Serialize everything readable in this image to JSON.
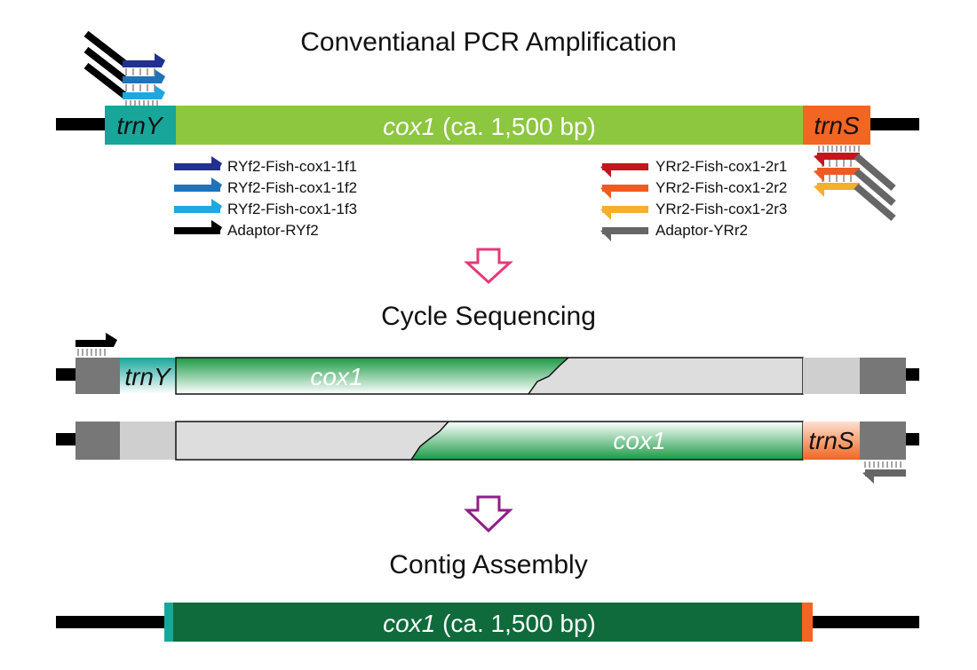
{
  "sections": {
    "pcr": "Conventianal PCR Amplification",
    "cycle": "Cycle Sequencing",
    "contig": "Contig Assembly"
  },
  "gene": {
    "trnY": "trnY",
    "trnS": "trnS",
    "cox1": "cox1",
    "cox1_size": "(ca. 1,500 bp)"
  },
  "forward_primers": [
    {
      "name": "RYf2-Fish-cox1-1f1",
      "color": "#22308f"
    },
    {
      "name": "RYf2-Fish-cox1-1f2",
      "color": "#1f73b8"
    },
    {
      "name": "RYf2-Fish-cox1-1f3",
      "color": "#1fa8e0"
    },
    {
      "name": "Adaptor-RYf2",
      "color": "#000000"
    }
  ],
  "reverse_primers": [
    {
      "name": "YRr2-Fish-cox1-2r1",
      "color": "#c4161c"
    },
    {
      "name": "YRr2-Fish-cox1-2r2",
      "color": "#ef5a23"
    },
    {
      "name": "YRr2-Fish-cox1-2r3",
      "color": "#f6ae2d"
    },
    {
      "name": "Adaptor-YRr2",
      "color": "#666666"
    }
  ],
  "colors": {
    "trnY": "#18a69a",
    "cox1_pcr": "#8dc63f",
    "trnS": "#f26522",
    "cox1_seq": "#1a9a45",
    "cox1_contig": "#0f6b3b",
    "arrow1": "#e6397a",
    "arrow2": "#8e1f87",
    "flank_dark": "#777777",
    "flank_light": "#cfcfcf",
    "unread": "#dddddd"
  }
}
